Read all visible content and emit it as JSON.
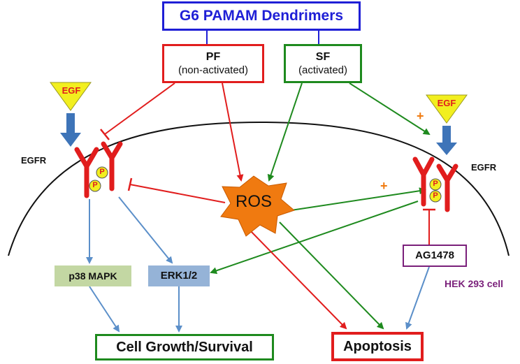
{
  "title": "G6 PAMAM Dendrimers",
  "pf": {
    "name": "PF",
    "note": "(non-activated)"
  },
  "sf": {
    "name": "SF",
    "note": "(activated)"
  },
  "egf_label": "EGF",
  "egfr_label": "EGFR",
  "phospho_label": "P",
  "ros_label": "ROS",
  "plus_sign": "+",
  "p38_label": "p38 MAPK",
  "erk_label": "ERK1/2",
  "inhibitor_label": "AG1478",
  "cell_label": "HEK 293 cell",
  "growth_label": "Cell Growth/Survival",
  "apoptosis_label": "Apoptosis",
  "colors": {
    "title_blue": "#1f1fd6",
    "pf_red": "#e11d1d",
    "sf_green": "#1e8a1e",
    "egf_yellow": "#f2ef1f",
    "arrow_blue": "#5b8fc9",
    "ros_orange": "#f07a10",
    "ag_purple": "#7a1f7a",
    "p38_green": "#c3d7a3",
    "erk_blue": "#95b3d7"
  }
}
